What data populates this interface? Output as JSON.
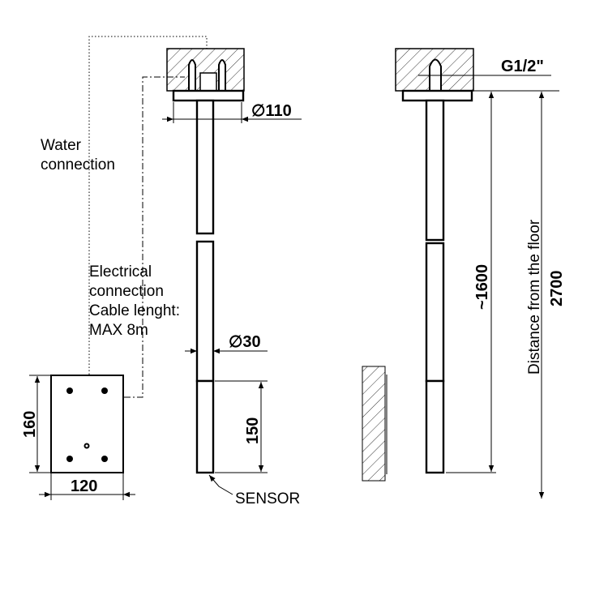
{
  "labels": {
    "water_line1": "Water",
    "water_line2": "connection",
    "electrical_line1": "Electrical",
    "electrical_line2": "connection",
    "electrical_line3": "Cable lenght:",
    "electrical_line4": "MAX 8m",
    "sensor": "SENSOR",
    "distance_floor": "Distance from the floor"
  },
  "dimensions": {
    "plate_diameter": "∅110",
    "pipe_diameter": "∅30",
    "sensor_length": "150",
    "box_height": "160",
    "box_width": "120",
    "thread": "G1/2\"",
    "drop_length": "~1600",
    "floor_distance": "2700"
  }
}
